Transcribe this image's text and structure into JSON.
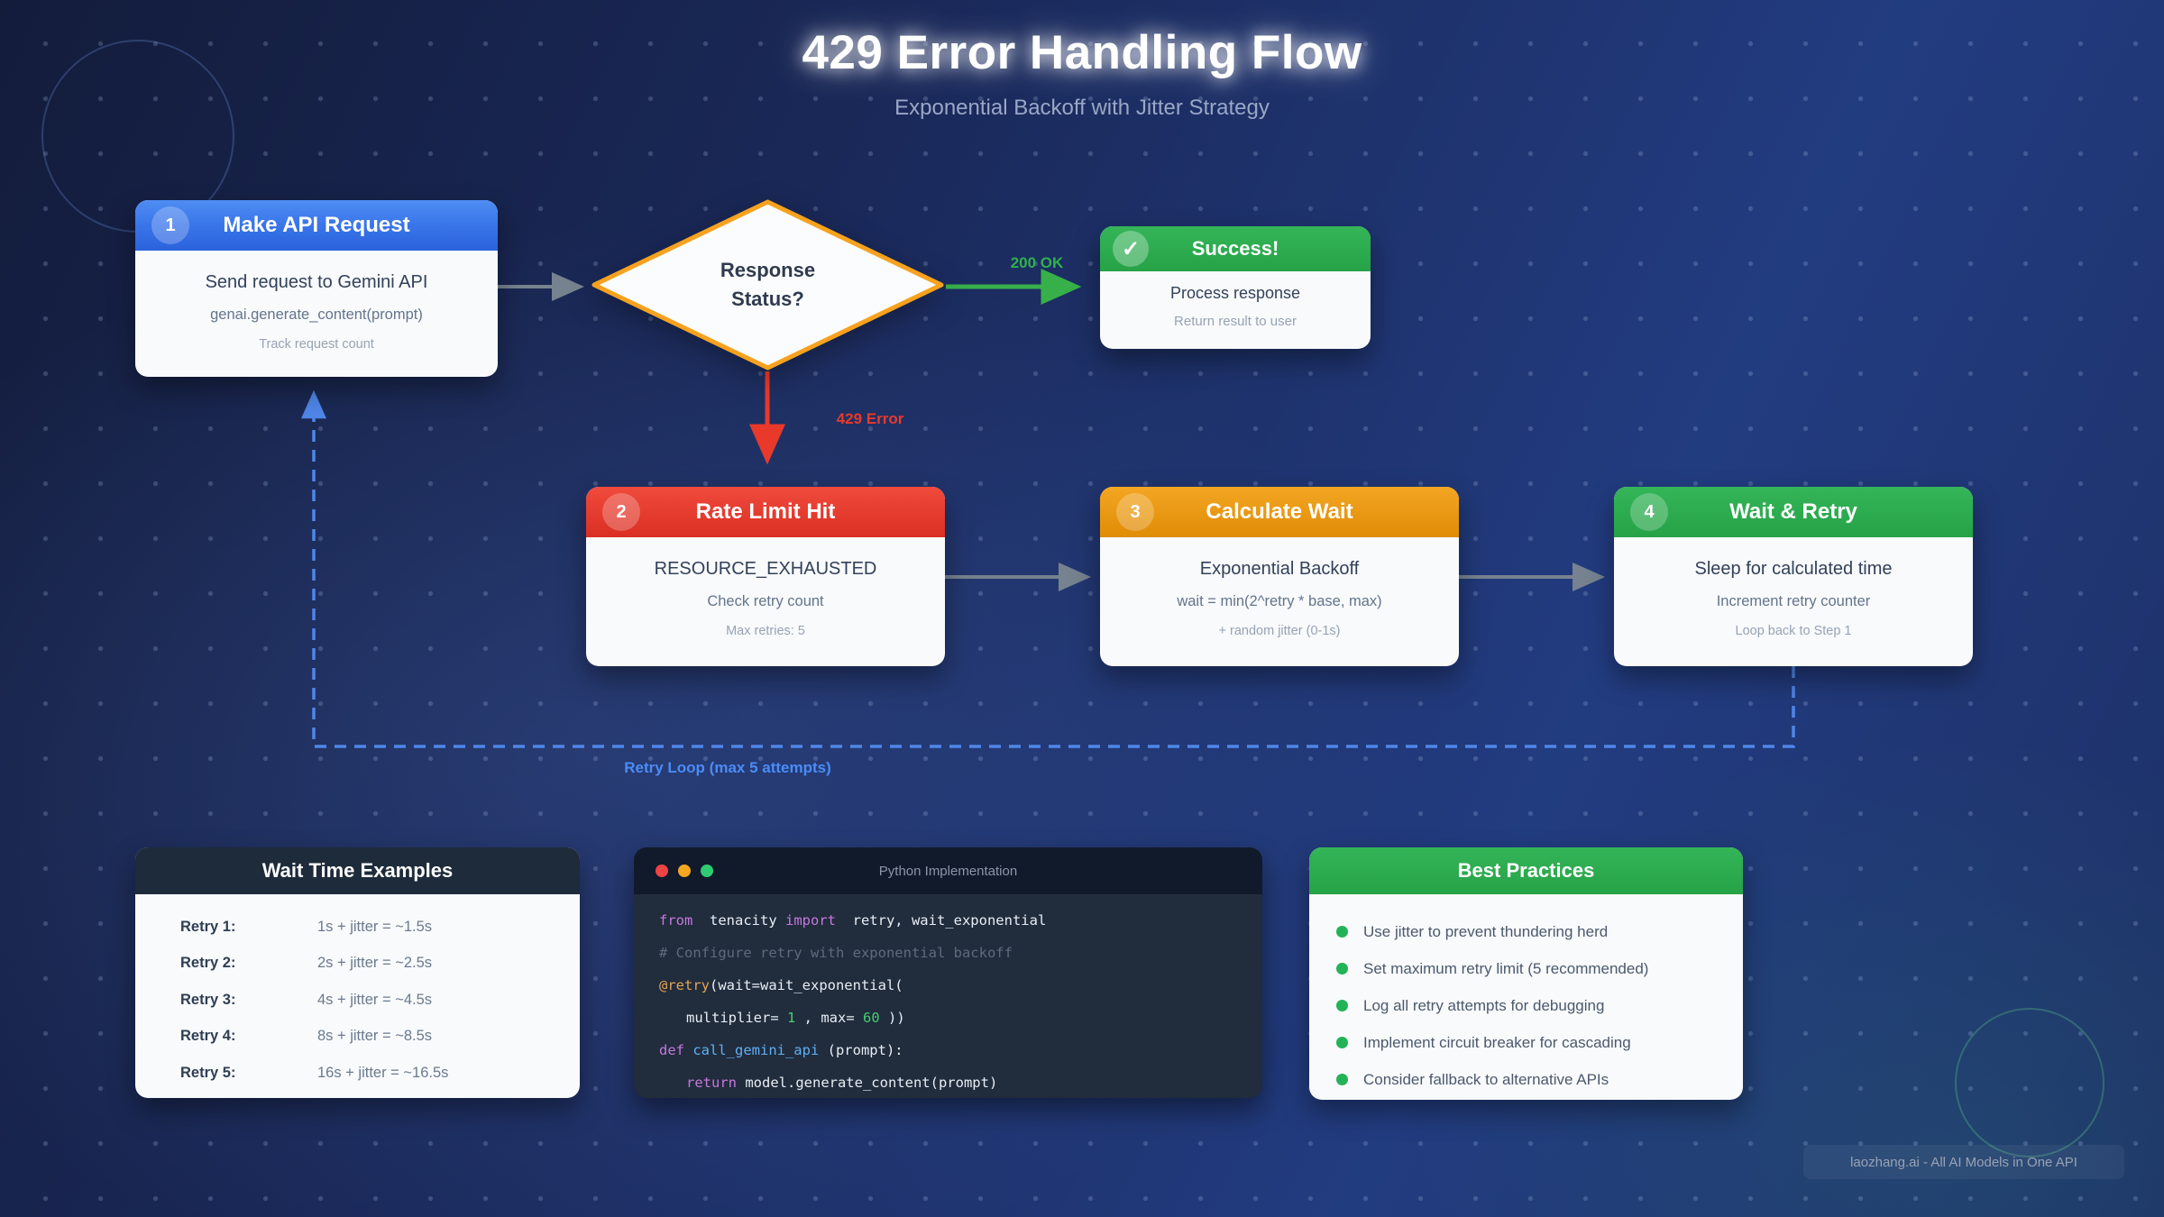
{
  "header": {
    "title": "429 Error Handling Flow",
    "subtitle": "Exponential Backoff with Jitter Strategy"
  },
  "flow": {
    "step1": {
      "number": "1",
      "title": "Make API Request",
      "line1": "Send request to Gemini API",
      "line2": "genai.generate_content(prompt)",
      "line3": "Track request count"
    },
    "decision": {
      "line1": "Response",
      "line2": "Status?"
    },
    "success": {
      "check_glyph": "✓",
      "title": "Success!",
      "line1": "Process response",
      "line2": "Return result to user"
    },
    "step2": {
      "number": "2",
      "title": "Rate Limit Hit",
      "line1": "RESOURCE_EXHAUSTED",
      "line2": "Check retry count",
      "line3": "Max retries: 5"
    },
    "step3": {
      "number": "3",
      "title": "Calculate Wait",
      "line1": "Exponential Backoff",
      "line2": "wait = min(2^retry * base, max)",
      "line3": "+ random jitter (0-1s)"
    },
    "step4": {
      "number": "4",
      "title": "Wait & Retry",
      "line1": "Sleep for calculated time",
      "line2": "Increment retry counter",
      "line3": "Loop back to Step 1"
    },
    "labels": {
      "ok": "200 OK",
      "error": "429 Error",
      "retry_loop": "Retry Loop (max 5 attempts)"
    }
  },
  "wait_examples": {
    "title": "Wait Time Examples",
    "rows": [
      {
        "label": "Retry 1:",
        "value": "1s + jitter = ~1.5s"
      },
      {
        "label": "Retry 2:",
        "value": "2s + jitter = ~2.5s"
      },
      {
        "label": "Retry 3:",
        "value": "4s + jitter = ~4.5s"
      },
      {
        "label": "Retry 4:",
        "value": "8s + jitter = ~8.5s"
      },
      {
        "label": "Retry 5:",
        "value": "16s + jitter = ~16.5s"
      }
    ]
  },
  "code_window": {
    "title": "Python Implementation",
    "traffic_lights": [
      "red",
      "yellow",
      "green"
    ],
    "lines": [
      {
        "indent": false,
        "tokens": [
          {
            "t": "from",
            "c": "kw"
          },
          {
            "t": "  tenacity ",
            "c": "pl"
          },
          {
            "t": "import",
            "c": "kw"
          },
          {
            "t": "  retry, wait_exponential",
            "c": "pl"
          }
        ]
      },
      {
        "indent": false,
        "tokens": [
          {
            "t": "# Configure retry with exponential backoff",
            "c": "com"
          }
        ]
      },
      {
        "indent": false,
        "tokens": [
          {
            "t": "@retry",
            "c": "dec"
          },
          {
            "t": "(wait=wait_exponential(",
            "c": "pl"
          }
        ]
      },
      {
        "indent": true,
        "tokens": [
          {
            "t": "multiplier= ",
            "c": "pl"
          },
          {
            "t": "1",
            "c": "num"
          },
          {
            "t": " , max= ",
            "c": "pl"
          },
          {
            "t": "60",
            "c": "num"
          },
          {
            "t": " ))",
            "c": "pl"
          }
        ]
      },
      {
        "indent": false,
        "tokens": [
          {
            "t": "def ",
            "c": "kw"
          },
          {
            "t": "call_gemini_api ",
            "c": "fn"
          },
          {
            "t": "(prompt):",
            "c": "pl"
          }
        ]
      },
      {
        "indent": true,
        "tokens": [
          {
            "t": "return ",
            "c": "kw"
          },
          {
            "t": "model.generate_content(prompt)",
            "c": "pl"
          }
        ]
      }
    ]
  },
  "best_practices": {
    "title": "Best Practices",
    "items": [
      "Use jitter to prevent thundering herd",
      "Set maximum retry limit (5 recommended)",
      "Log all retry attempts for debugging",
      "Implement circuit breaker for cascading",
      "Consider fallback to alternative APIs"
    ]
  },
  "watermark": "laozhang.ai - All AI Models in One API",
  "colors": {
    "step_blue": "#3a76ea",
    "step_red": "#e2382b",
    "step_orange": "#ec9a12",
    "step_green": "#2cab50",
    "arrow_gray": "#76828f",
    "arrow_green": "#38b04a",
    "arrow_red": "#e8392b",
    "retry_loop_blue": "#4f86e8",
    "diamond_border": "#f6a21e",
    "code_bg": "#212c3d",
    "page_bg": "#1b2a5c"
  }
}
